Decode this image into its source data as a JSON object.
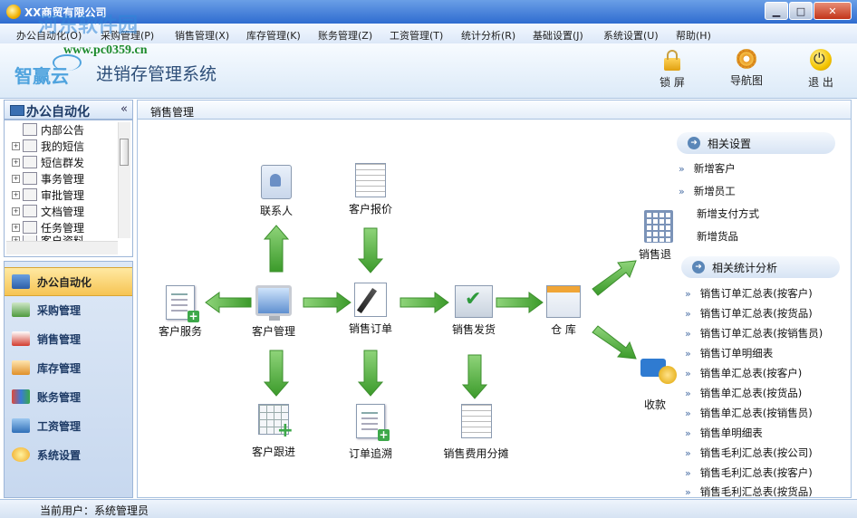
{
  "window": {
    "title": "XX商贸有限公司",
    "min": "▁",
    "max": "□",
    "close": "✕"
  },
  "menu": [
    "办公自动化(O)",
    "采购管理(P)",
    "销售管理(X)",
    "库存管理(K)",
    "账务管理(Z)",
    "工资管理(T)",
    "统计分析(R)",
    "基础设置(J)",
    "系统设置(U)",
    "帮助(H)"
  ],
  "watermark": {
    "site": "河东软件园",
    "url": "www.pc0359.cn"
  },
  "brand": {
    "logo": "智赢云",
    "title": "进销存管理系统"
  },
  "toolbar": {
    "lock": "锁 屏",
    "nav": "导航图",
    "exit": "退 出"
  },
  "sidebar": {
    "header": "办公自动化",
    "collapse": "«",
    "tree": [
      {
        "label": "内部公告",
        "expander": ""
      },
      {
        "label": "我的短信",
        "expander": "+"
      },
      {
        "label": "短信群发",
        "expander": "+"
      },
      {
        "label": "事务管理",
        "expander": "+"
      },
      {
        "label": "审批管理",
        "expander": "+"
      },
      {
        "label": "文档管理",
        "expander": "+"
      },
      {
        "label": "任务管理",
        "expander": "+"
      },
      {
        "label": "客户资料",
        "expander": "+"
      }
    ],
    "modules": [
      "办公自动化",
      "采购管理",
      "销售管理",
      "库存管理",
      "账务管理",
      "工资管理",
      "系统设置"
    ],
    "active_module": "办公自动化"
  },
  "main": {
    "header": "销售管理",
    "nodes": {
      "contact": "联系人",
      "quote": "客户报价",
      "service": "客户服务",
      "customer": "客户管理",
      "order": "销售订单",
      "delivery": "销售发货",
      "warehouse": "仓 库",
      "followup": "客户跟进",
      "trace": "订单追溯",
      "expense": "销售费用分摊",
      "return": "销售退",
      "receipt": "收款"
    }
  },
  "related_settings": {
    "title": "相关设置",
    "items": [
      {
        "chev": "»",
        "label": "新增客户"
      },
      {
        "chev": "»",
        "label": "新增员工"
      },
      {
        "chev": "",
        "label": "新增支付方式"
      },
      {
        "chev": "",
        "label": "新增货品"
      }
    ]
  },
  "related_stats": {
    "title": "相关统计分析",
    "items": [
      {
        "chev": "»",
        "label": "销售订单汇总表(按客户)"
      },
      {
        "chev": "»",
        "label": "销售订单汇总表(按货品)"
      },
      {
        "chev": "»",
        "label": "销售订单汇总表(按销售员)"
      },
      {
        "chev": "»",
        "label": "销售订单明细表"
      },
      {
        "chev": "»",
        "label": "销售单汇总表(按客户)"
      },
      {
        "chev": "»",
        "label": "销售单汇总表(按货品)"
      },
      {
        "chev": "»",
        "label": "销售单汇总表(按销售员)"
      },
      {
        "chev": "»",
        "label": "销售单明细表"
      },
      {
        "chev": "»",
        "label": "销售毛利汇总表(按公司)"
      },
      {
        "chev": "»",
        "label": "销售毛利汇总表(按客户)"
      },
      {
        "chev": "»",
        "label": "销售毛利汇总表(按货品)"
      }
    ]
  },
  "status": {
    "user": "当前用户：系统管理员"
  }
}
